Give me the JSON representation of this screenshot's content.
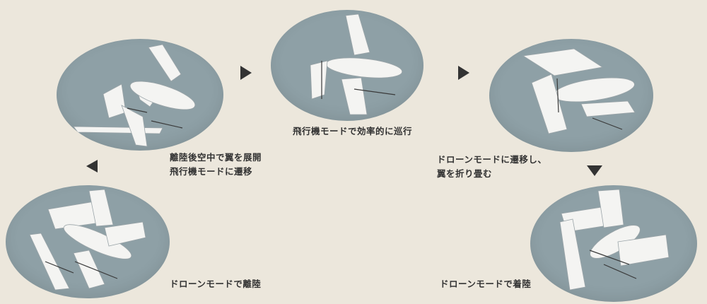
{
  "stages": [
    {
      "id": "transition-to-plane",
      "caption_lines": [
        "離陸後空中で翼を展開",
        "飛行機モードに遷移"
      ]
    },
    {
      "id": "plane-cruise",
      "caption_lines": [
        "飛行機モードで効率的に巡行"
      ]
    },
    {
      "id": "transition-to-drone",
      "caption_lines": [
        "ドローンモードに遷移し、",
        "翼を折り畳む"
      ]
    },
    {
      "id": "drone-landing",
      "caption_lines": [
        "ドローンモードで着陸"
      ]
    },
    {
      "id": "drone-takeoff",
      "caption_lines": [
        "ドローンモードで離陸"
      ]
    }
  ],
  "colors": {
    "background": "#ece7dc",
    "ellipse": "#8ea0a6",
    "aircraft": "#f4f4f2",
    "arrow": "#333333",
    "text": "#333333"
  },
  "icons": [
    "vtol-drone-icon",
    "arrow-right-icon",
    "arrow-down-icon",
    "arrow-left-icon"
  ]
}
